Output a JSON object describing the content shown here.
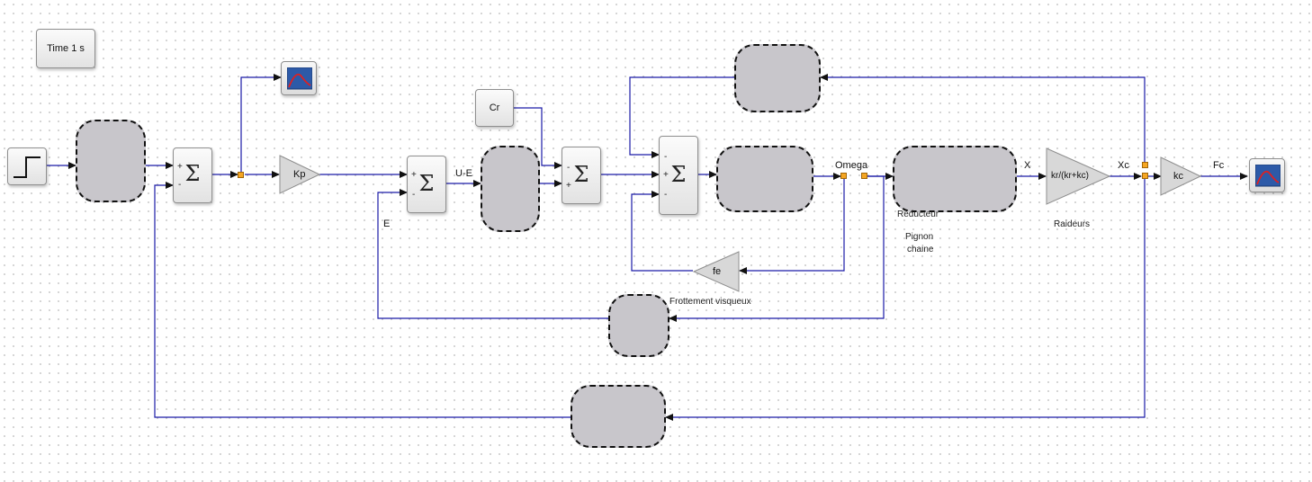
{
  "clock": {
    "label": "Time 1 s"
  },
  "constant": {
    "label": "Cr"
  },
  "gains": {
    "kp": "Kp",
    "fe": "fe",
    "stiffness": "kr/(kr+kc)",
    "kc": "kc"
  },
  "captions": {
    "frottement": "Frottement visqueux",
    "reducteur": "Reducteur",
    "pignon": "Pignon",
    "chaine": "chaine",
    "raideurs": "Raideurs"
  },
  "signals": {
    "u_e": "U-E",
    "e": "E",
    "omega": "Omega",
    "x": "X",
    "xc": "Xc",
    "fc": "Fc"
  },
  "sums": {
    "s1": [
      "+",
      "-"
    ],
    "s2": [
      "+",
      "-"
    ],
    "s3": [
      "-",
      "+"
    ],
    "s4": [
      "-",
      "+",
      "-"
    ]
  },
  "colors": {
    "wire": "#1a1aa6",
    "blank": "#c8c6cb",
    "split": "#f5a623"
  }
}
